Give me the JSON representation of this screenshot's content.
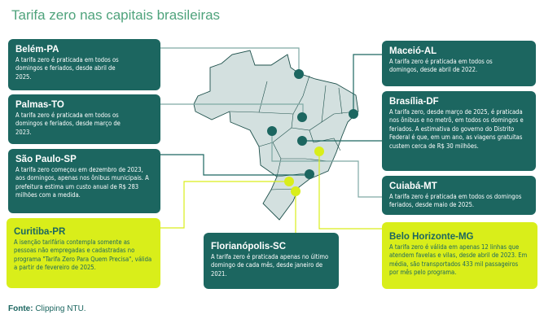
{
  "title": "Tarifa zero nas capitais brasileiras",
  "colors": {
    "dark": "#1c6660",
    "highlight": "#d9ee1a",
    "map": "#d3e0df",
    "title": "#4fa37c"
  },
  "cities": [
    {
      "name": "Belém-PA",
      "text": "A tarifa zero é praticada em todos os domingos e feriados, desde abril de 2025.",
      "style": "dark"
    },
    {
      "name": "Palmas-TO",
      "text": "A tarifa zero é praticada em todos os domingos e feriados, desde março de 2023.",
      "style": "dark"
    },
    {
      "name": "São Paulo-SP",
      "text": "A tarifa zero começou em dezembro de 2023, aos domingos, apenas nos ônibus municipais. A prefeitura estima um custo anual de R$ 283 milhões com a medida.",
      "style": "dark"
    },
    {
      "name": "Curitiba-PR",
      "text": "A isenção tarifária contempla somente as pessoas não empregadas e cadastradas no programa \"Tarifa Zero Para Quem Precisa\", válida a partir de fevereiro de 2025.",
      "style": "highlight"
    },
    {
      "name": "Florianópolis-SC",
      "text": "A tarifa zero é praticada apenas no último domingo de cada mês, desde janeiro de 2021.",
      "style": "dark"
    },
    {
      "name": "Maceió-AL",
      "text": "A tarifa zero é praticada em todos os domingos, desde abril de 2022.",
      "style": "dark"
    },
    {
      "name": "Brasília-DF",
      "text": "A tarifa zero, desde março de 2025, é praticada nos ônibus e no metrô, em todos os domingos e feriados. A estimativa do governo do Distrito Federal é que, em um ano, as viagens gratuitas custem cerca de R$ 30 milhões.",
      "style": "dark"
    },
    {
      "name": "Cuiabá-MT",
      "text": "A tarifa zero é praticada em todos os domingos feriados, desde maio de 2025.",
      "style": "dark"
    },
    {
      "name": "Belo Horizonte-MG",
      "text": "A tarifa zero é válida em apenas 12 linhas que atendem favelas e vilas, desde abril de 2023. Em média, são transportados 433 mil passageiros por mês pelo programa.",
      "style": "highlight"
    }
  ],
  "source": {
    "label": "Fonte:",
    "value": "Clipping NTU."
  }
}
